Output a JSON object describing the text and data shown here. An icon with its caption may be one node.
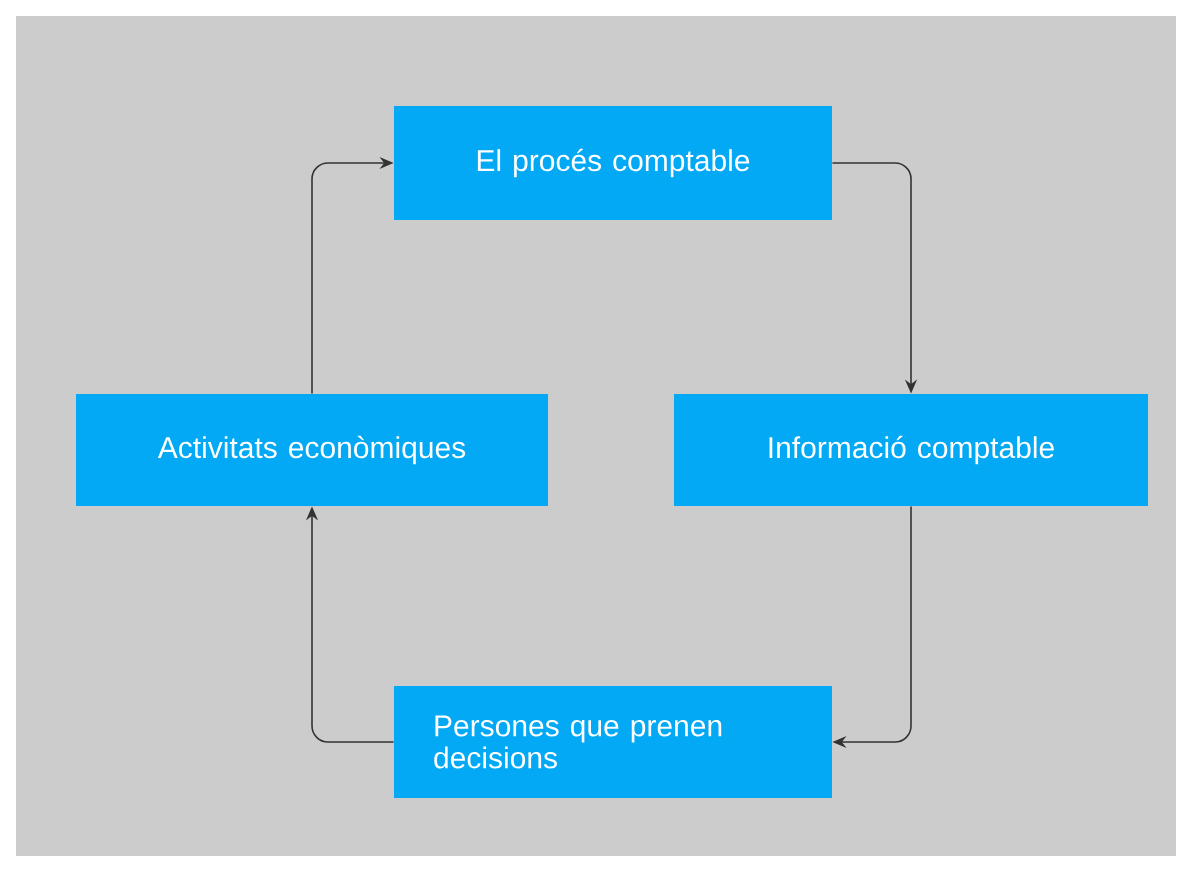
{
  "diagram": {
    "nodes": [
      {
        "text": [
          "El procés comptable"
        ]
      },
      {
        "text": [
          "Informació comptable"
        ]
      },
      {
        "text": [
          "Persones que prenen decisions"
        ]
      },
      {
        "text": [
          "Activitats econòmiques"
        ]
      }
    ],
    "edges": [
      {
        "from": 0,
        "to": 1,
        "arrow": "to"
      },
      {
        "from": 1,
        "to": 2,
        "arrow": "to"
      },
      {
        "from": 2,
        "to": 3,
        "arrow": "to"
      },
      {
        "from": 3,
        "to": 0,
        "arrow": "to"
      }
    ]
  }
}
